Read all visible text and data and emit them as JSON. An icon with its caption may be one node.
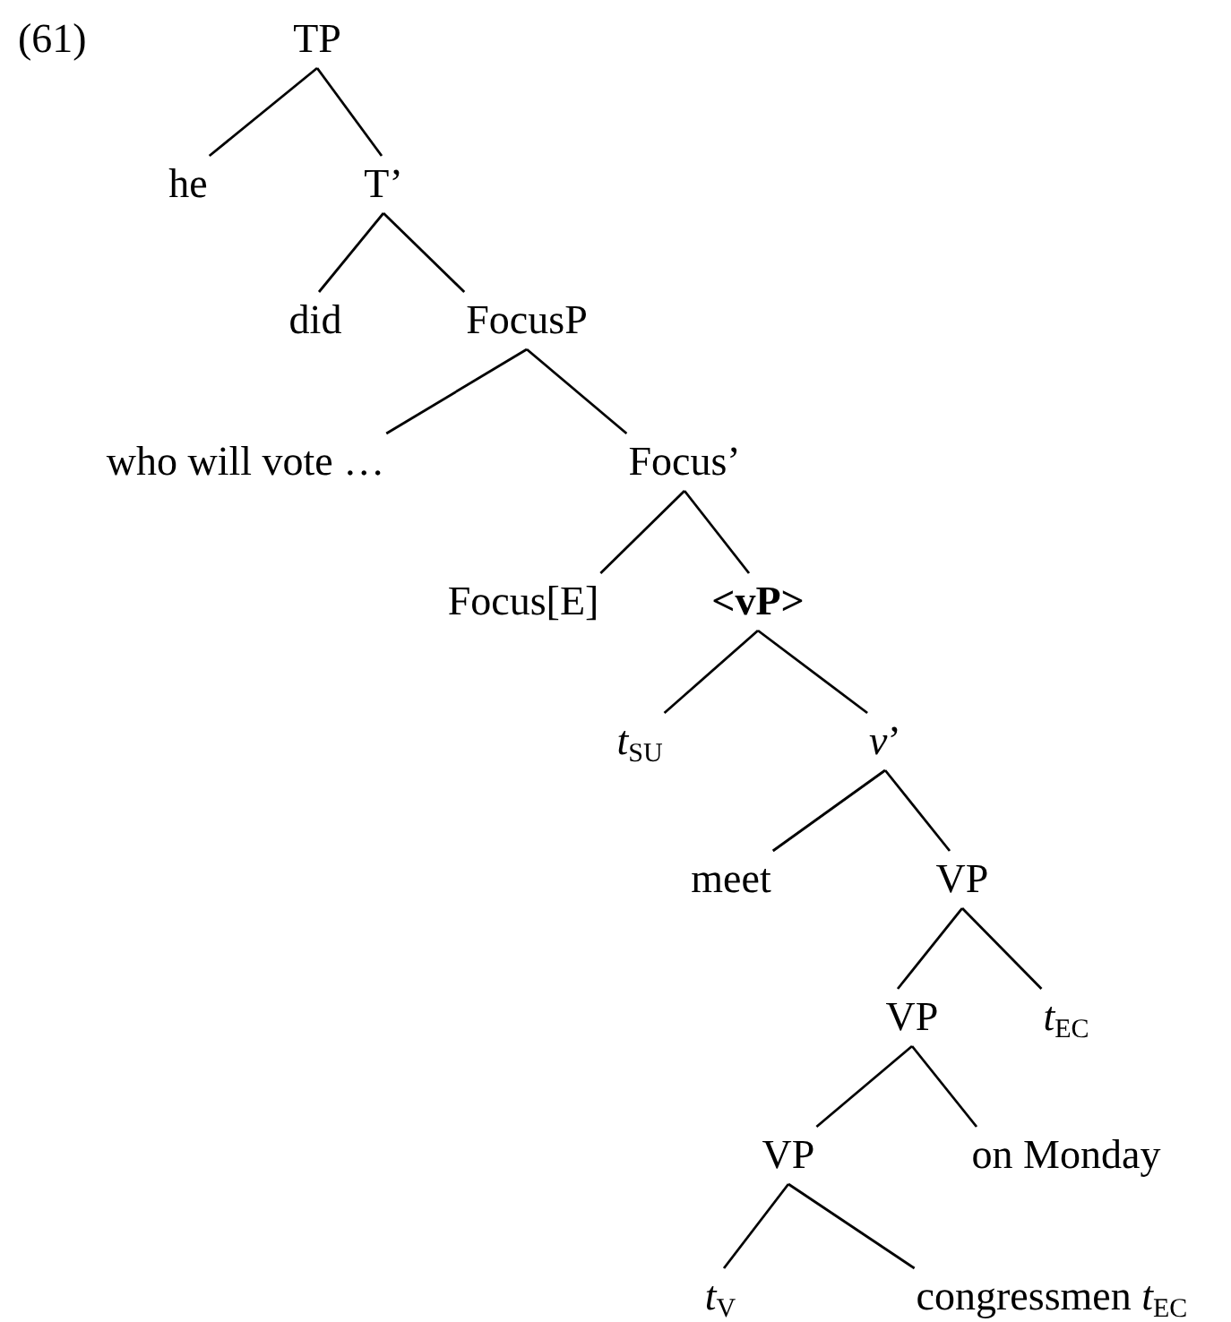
{
  "diagram": {
    "nodes": [
      {
        "text": [
          "TP"
        ]
      },
      {
        "text": [
          "he"
        ]
      },
      {
        "text": [
          "T’"
        ]
      },
      {
        "text": [
          "did"
        ]
      },
      {
        "text": [
          "FocusP"
        ]
      },
      {
        "text": [
          "who will vote …"
        ]
      },
      {
        "text": [
          "Focus’"
        ]
      },
      {
        "text": [
          "Focus[E]"
        ]
      },
      {
        "text": [
          "<vP>"
        ]
      },
      {
        "text": [
          "*t*$_{SU}$"
        ]
      },
      {
        "text": [
          "*v*’"
        ]
      },
      {
        "text": [
          "meet"
        ]
      },
      {
        "text": [
          "VP"
        ]
      },
      {
        "text": [
          "VP"
        ]
      },
      {
        "text": [
          "*t*$_{EC}$"
        ]
      },
      {
        "text": [
          "VP"
        ]
      },
      {
        "text": [
          "on Monday"
        ]
      },
      {
        "text": [
          "*t*$_{V}$"
        ]
      },
      {
        "text": [
          "congressmen *t*$_{EC}$"
        ]
      }
    ],
    "edges": [
      {
        "from": 0,
        "to": 1,
        "arrow": "none"
      },
      {
        "from": 0,
        "to": 2,
        "arrow": "none"
      },
      {
        "from": 2,
        "to": 3,
        "arrow": "none"
      },
      {
        "from": 2,
        "to": 4,
        "arrow": "none"
      },
      {
        "from": 4,
        "to": 5,
        "arrow": "none"
      },
      {
        "from": 4,
        "to": 6,
        "arrow": "none"
      },
      {
        "from": 6,
        "to": 7,
        "arrow": "none"
      },
      {
        "from": 6,
        "to": 8,
        "arrow": "none"
      },
      {
        "from": 8,
        "to": 9,
        "arrow": "none"
      },
      {
        "from": 8,
        "to": 10,
        "arrow": "none"
      },
      {
        "from": 10,
        "to": 11,
        "arrow": "none"
      },
      {
        "from": 10,
        "to": 12,
        "arrow": "none"
      },
      {
        "from": 12,
        "to": 13,
        "arrow": "none"
      },
      {
        "from": 12,
        "to": 14,
        "arrow": "none"
      },
      {
        "from": 13,
        "to": 15,
        "arrow": "none"
      },
      {
        "from": 13,
        "to": 16,
        "arrow": "none"
      },
      {
        "from": 15,
        "to": 17,
        "arrow": "none"
      },
      {
        "from": 15,
        "to": 18,
        "arrow": "none"
      }
    ],
    "labels": [
      "(61)"
    ]
  }
}
